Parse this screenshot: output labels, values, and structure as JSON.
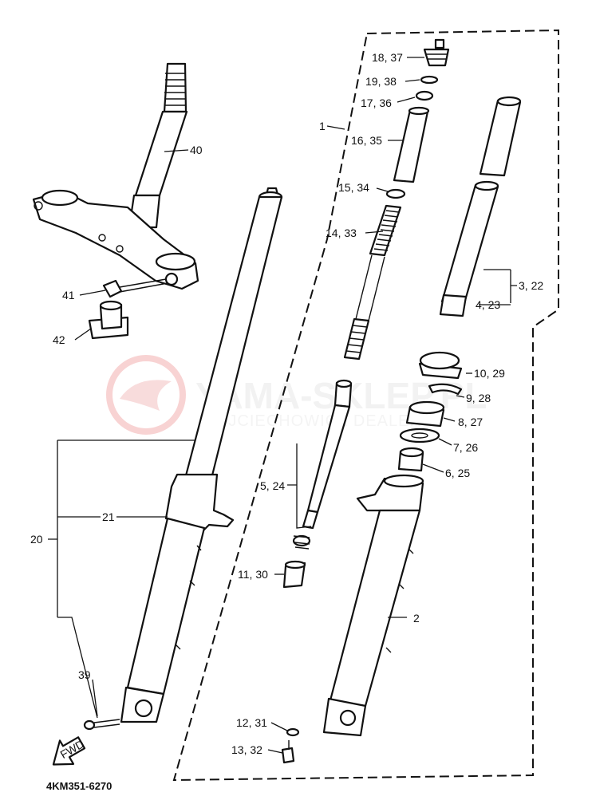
{
  "diagram": {
    "drawing_code": "4KM351-6270",
    "watermark": {
      "brand": "YAMA-SKLEP.PL",
      "subtitle": "WOJCIECHOWICZ DEALER",
      "color": "#e23a3a"
    },
    "fwd_label": "FWD",
    "labels": {
      "p1": "1",
      "p2": "2",
      "p3_22": "3, 22",
      "p4_23": "4, 23",
      "p5_24": "5, 24",
      "p6_25": "6, 25",
      "p7_26": "7, 26",
      "p8_27": "8, 27",
      "p9_28": "9, 28",
      "p10_29": "10, 29",
      "p11_30": "11, 30",
      "p12_31": "12, 31",
      "p13_32": "13, 32",
      "p14_33": "14, 33",
      "p15_34": "15, 34",
      "p16_35": "16, 35",
      "p17_36": "17, 36",
      "p18_37": "18, 37",
      "p19_38": "19, 38",
      "p20": "20",
      "p21": "21",
      "p39": "39",
      "p40": "40",
      "p41": "41",
      "p42": "42"
    }
  }
}
